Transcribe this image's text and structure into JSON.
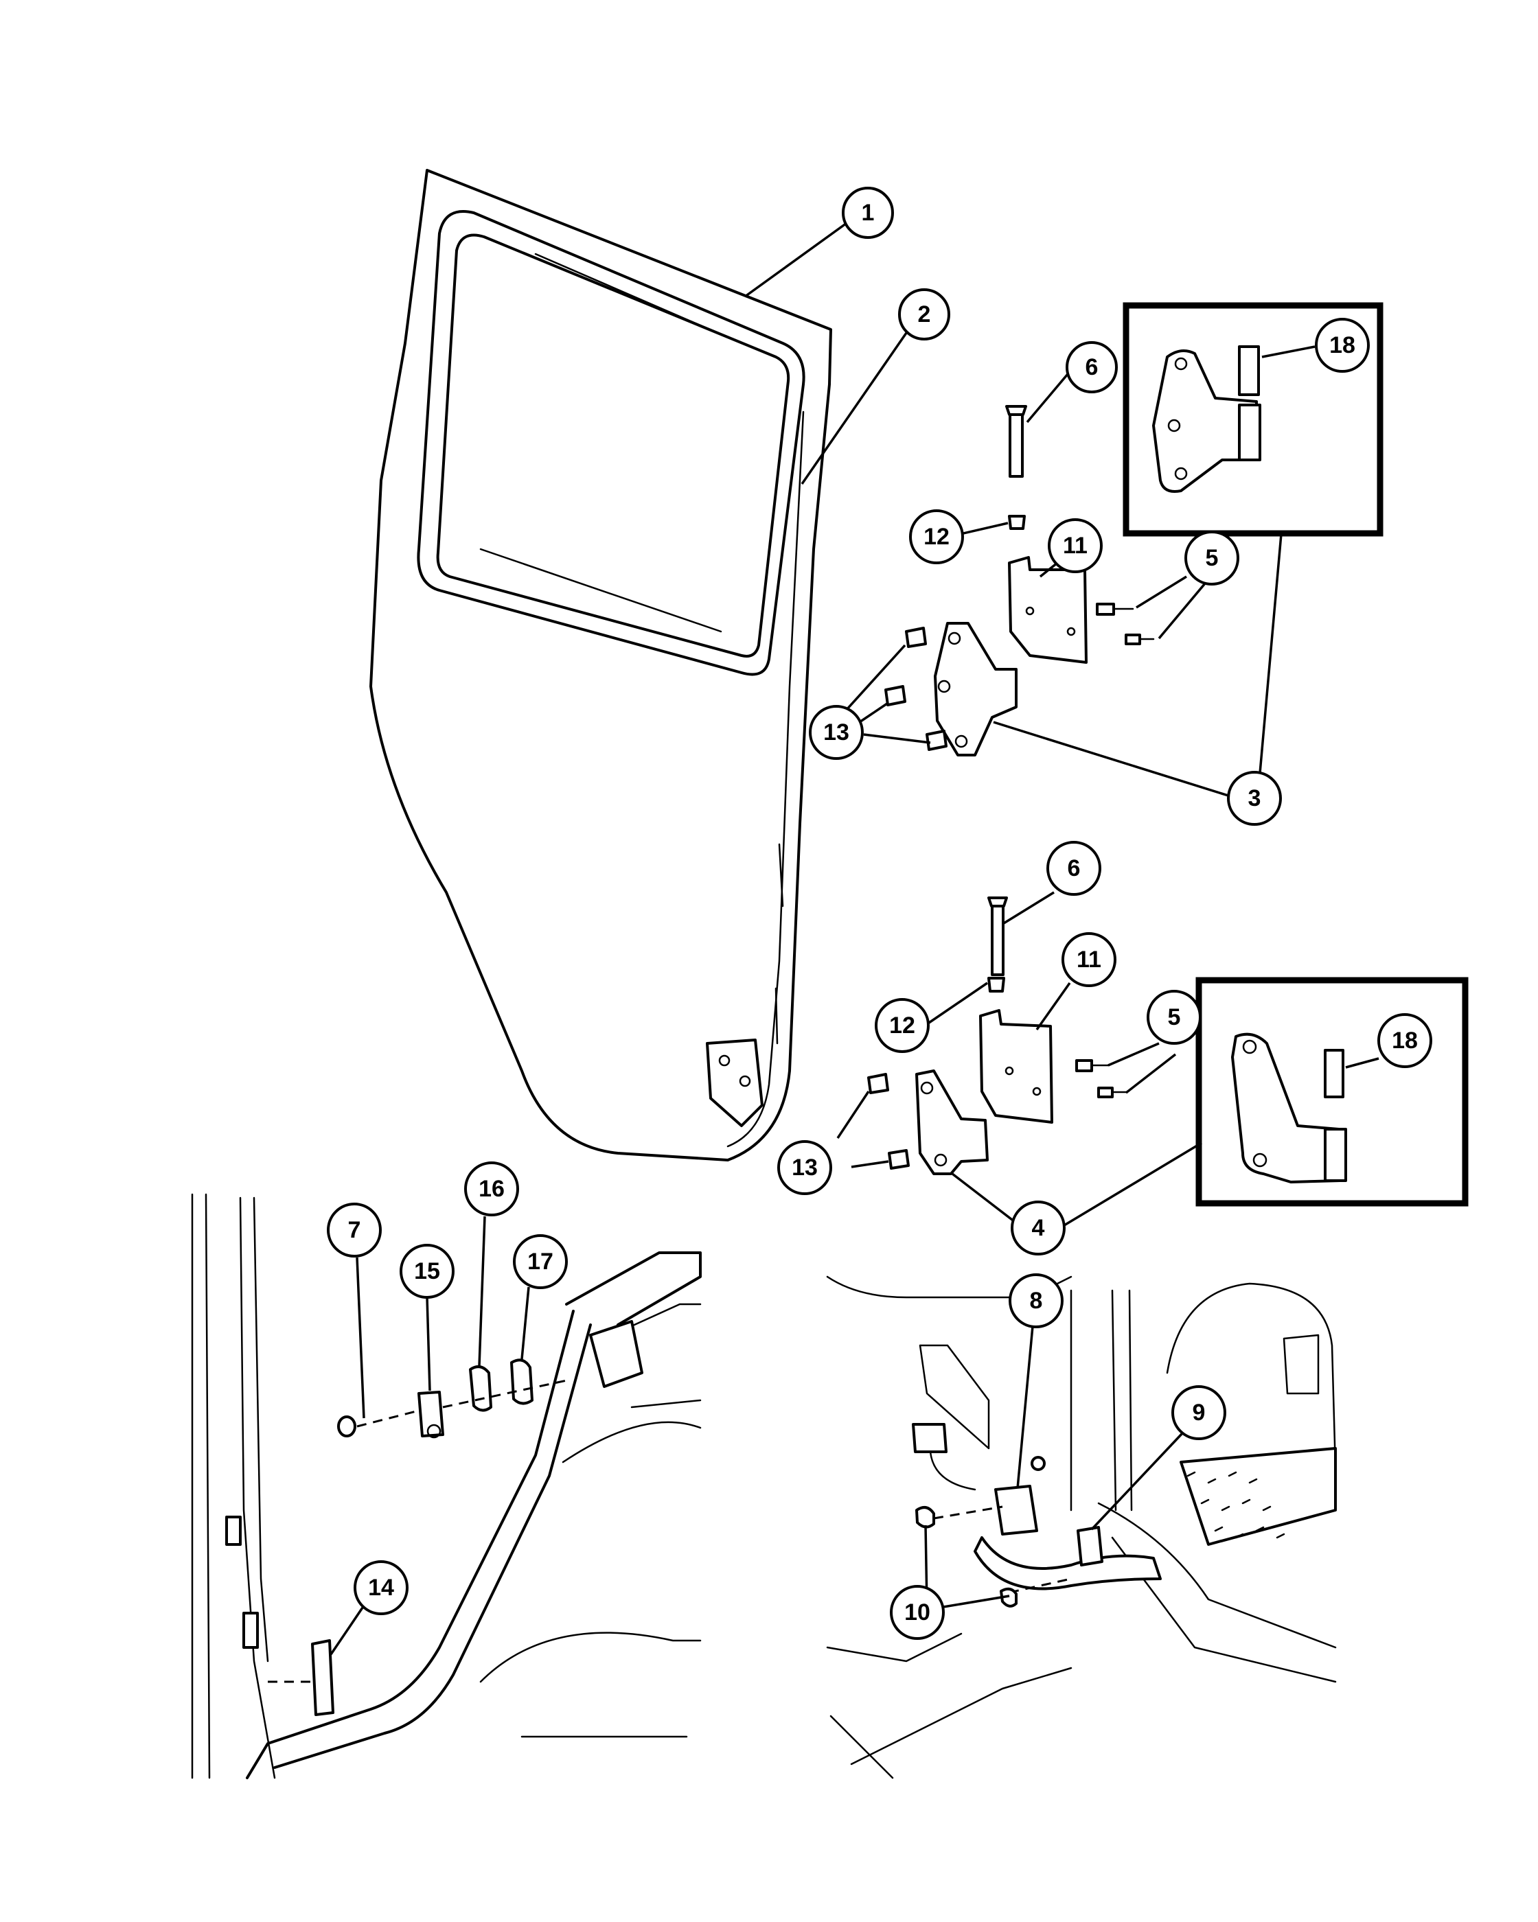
{
  "callouts": [
    {
      "id": "c1",
      "label": "1"
    },
    {
      "id": "c2",
      "label": "2"
    },
    {
      "id": "c18a",
      "label": "18"
    },
    {
      "id": "c6a",
      "label": "6"
    },
    {
      "id": "c12a",
      "label": "12"
    },
    {
      "id": "c11a",
      "label": "11"
    },
    {
      "id": "c5a",
      "label": "5"
    },
    {
      "id": "c13a",
      "label": "13"
    },
    {
      "id": "c3",
      "label": "3"
    },
    {
      "id": "c6b",
      "label": "6"
    },
    {
      "id": "c12b",
      "label": "12"
    },
    {
      "id": "c11b",
      "label": "11"
    },
    {
      "id": "c5b",
      "label": "5"
    },
    {
      "id": "c18b",
      "label": "18"
    },
    {
      "id": "c13b",
      "label": "13"
    },
    {
      "id": "c4",
      "label": "4"
    },
    {
      "id": "c7",
      "label": "7"
    },
    {
      "id": "c16",
      "label": "16"
    },
    {
      "id": "c15",
      "label": "15"
    },
    {
      "id": "c17",
      "label": "17"
    },
    {
      "id": "c14",
      "label": "14"
    },
    {
      "id": "c8",
      "label": "8"
    },
    {
      "id": "c9",
      "label": "9"
    },
    {
      "id": "c10",
      "label": "10"
    }
  ]
}
